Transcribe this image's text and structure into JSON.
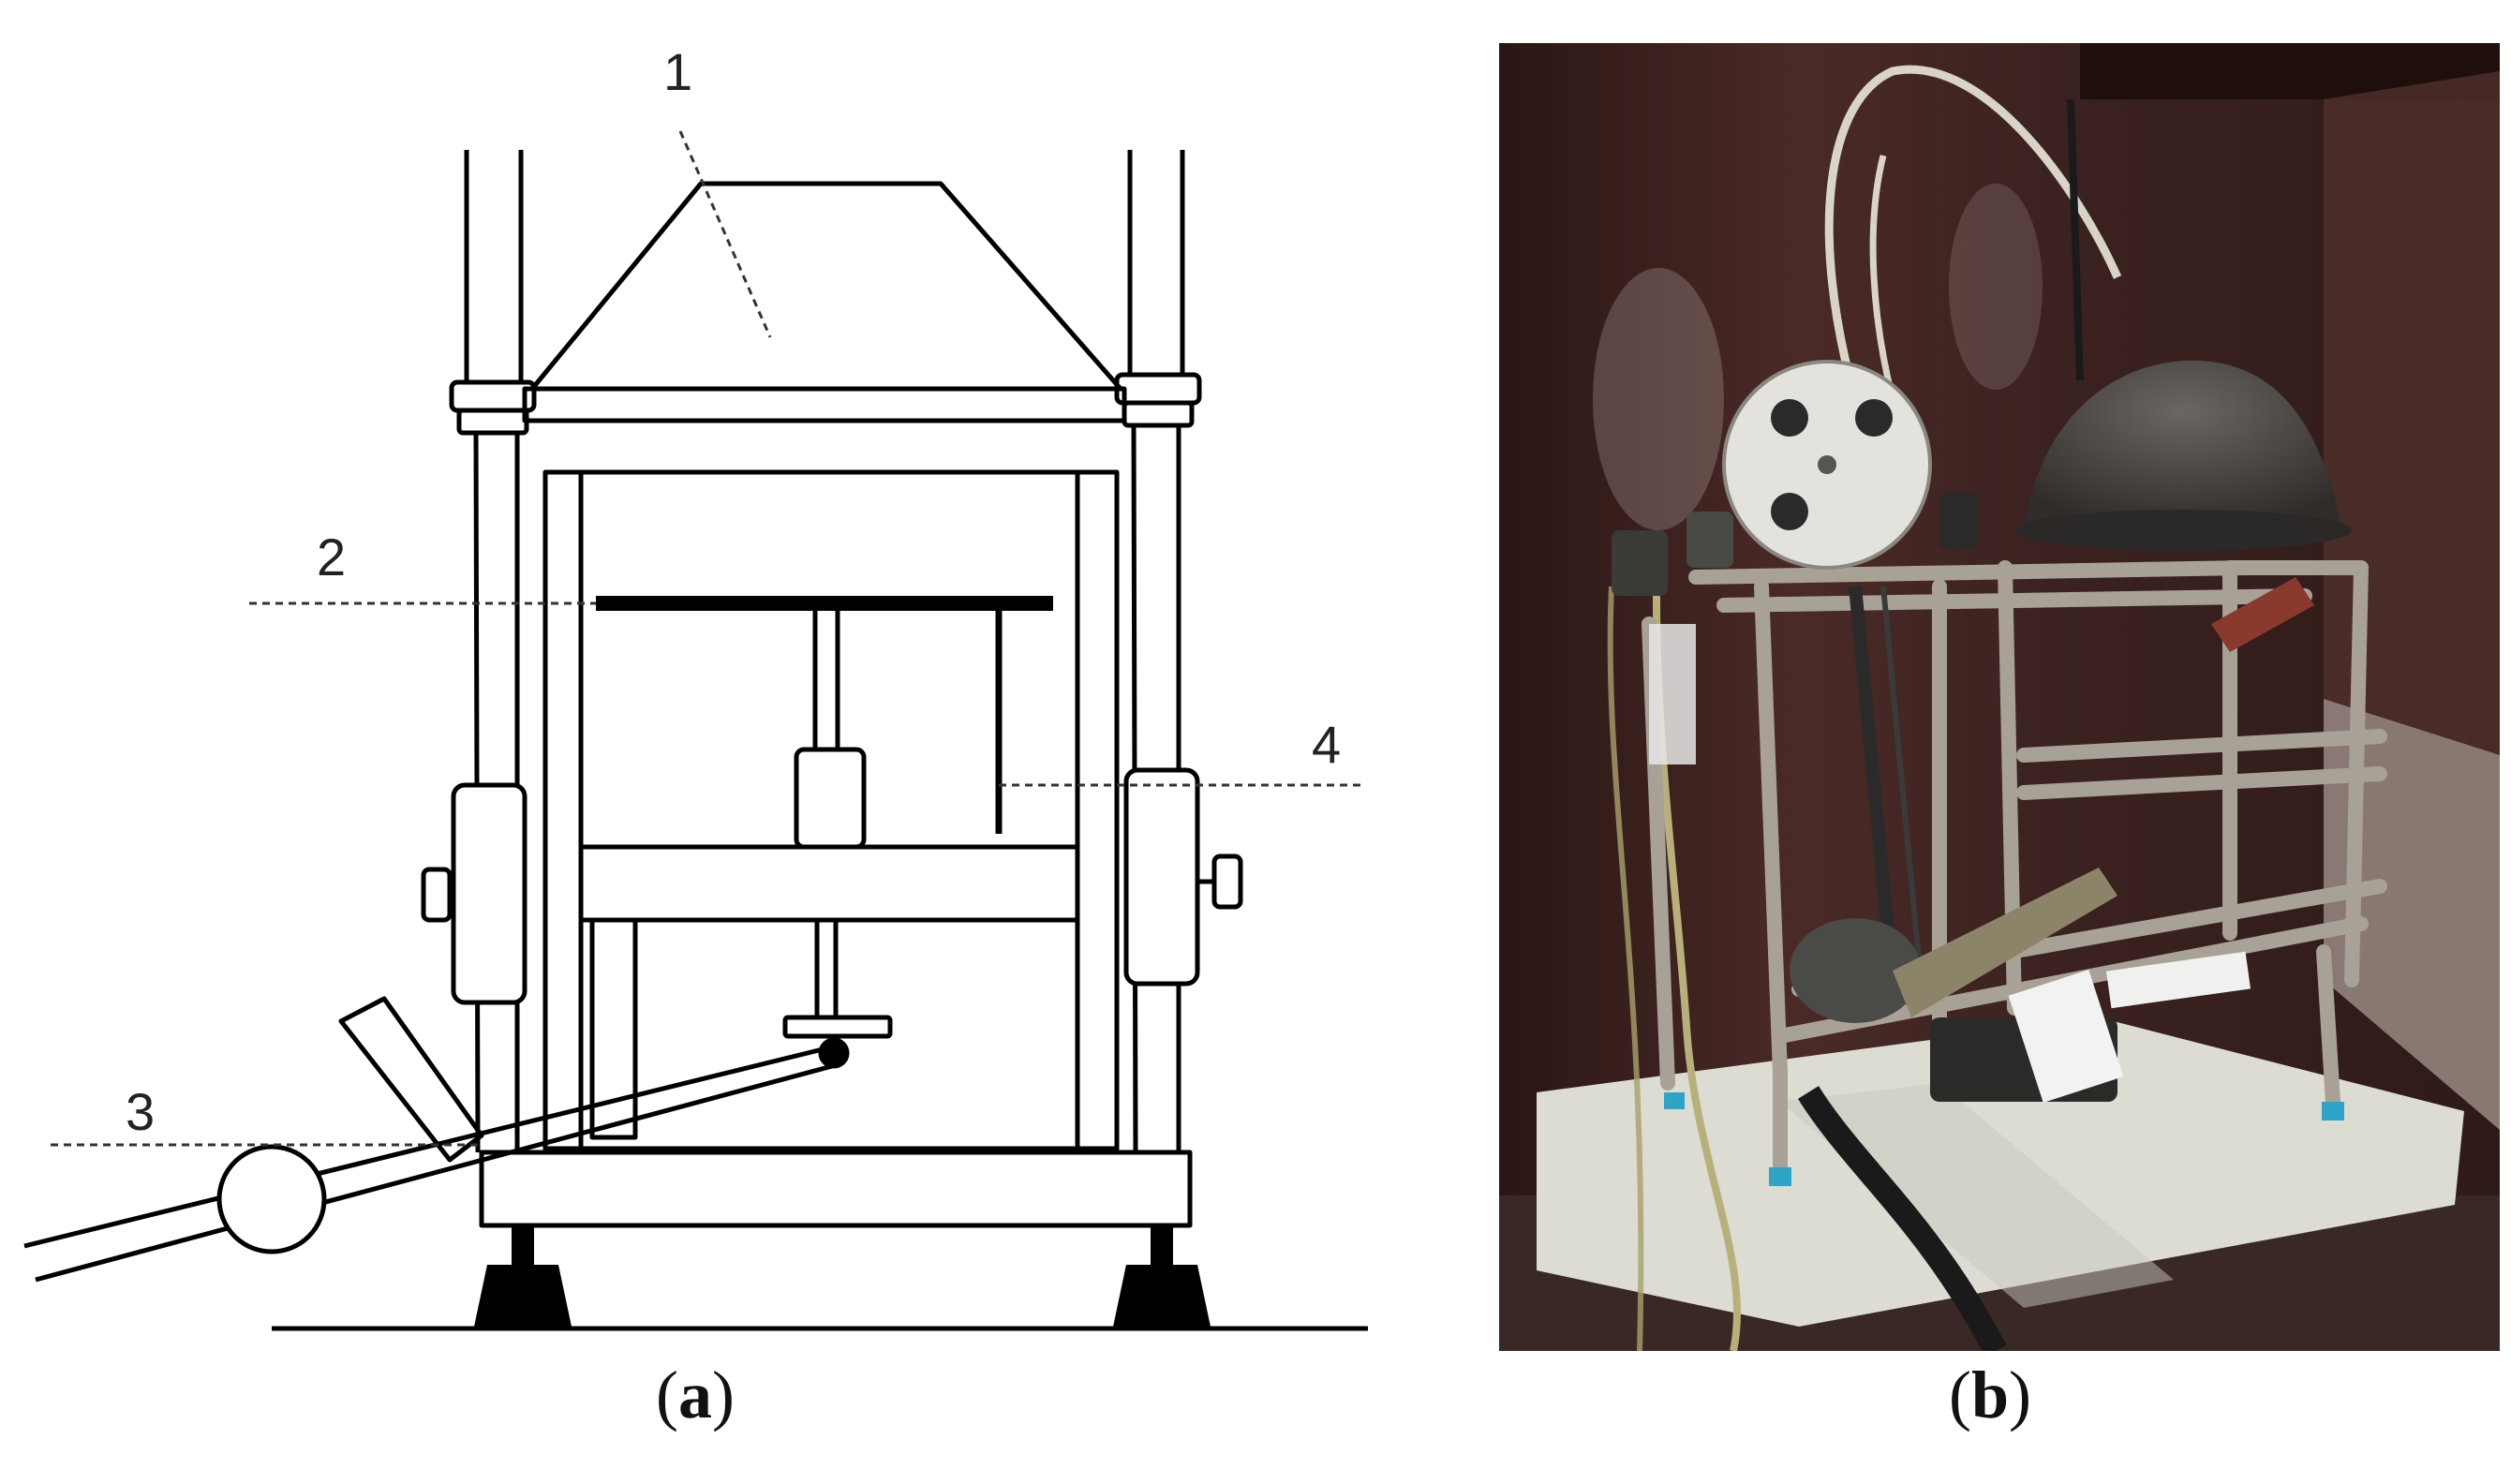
{
  "callouts": {
    "c1": "1",
    "c2": "2",
    "c3": "3",
    "c4": "4"
  },
  "captions": {
    "a": {
      "open": "(",
      "letter": "a",
      "close": ")"
    },
    "b": {
      "open": "(",
      "letter": "b",
      "close": ")"
    }
  },
  "colors": {
    "line": "#000000",
    "leader": "#333333",
    "wall": "#3b2220",
    "frame": "#a8a196",
    "base": "#dcdcd2",
    "hood": "#4a4744"
  }
}
